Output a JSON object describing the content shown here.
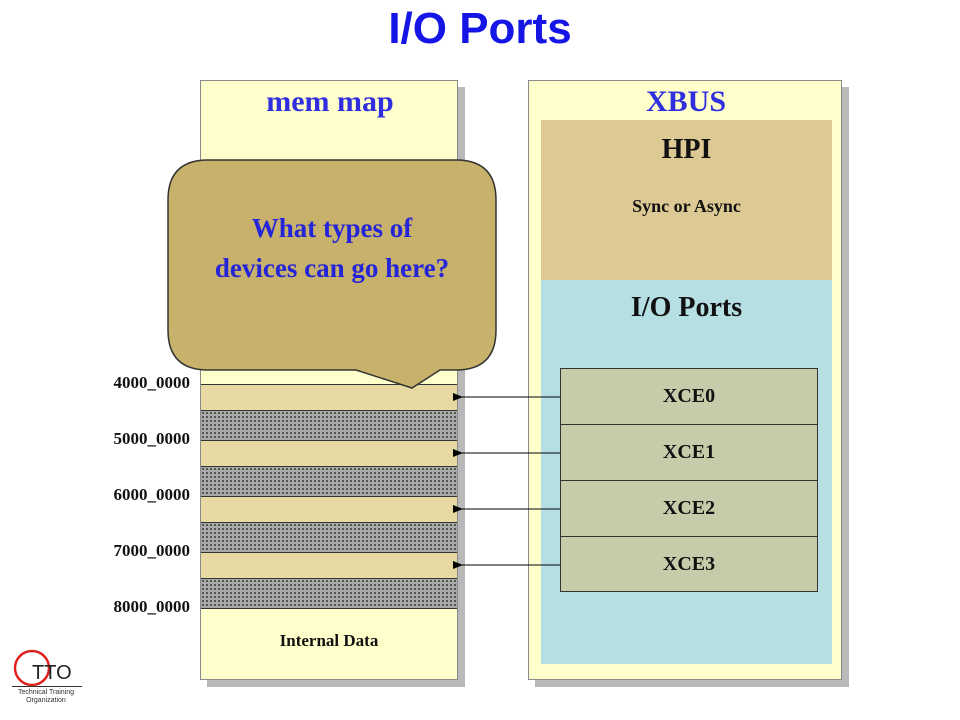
{
  "title": "I/O Ports",
  "mem_map": {
    "title": "mem map",
    "addresses": [
      "4000_0000",
      "5000_0000",
      "6000_0000",
      "7000_0000",
      "8000_0000"
    ],
    "internal_label": "Internal Data"
  },
  "xbus": {
    "title": "XBUS",
    "hpi": {
      "title": "HPI",
      "subtitle": "Sync or Async"
    },
    "io_ports": {
      "title": "I/O Ports",
      "xce": [
        "XCE0",
        "XCE1",
        "XCE2",
        "XCE3"
      ]
    }
  },
  "callout": {
    "line1": "What types of",
    "line2": "devices can go here?"
  },
  "logo": {
    "text": "TTO",
    "small1": "Technical Training",
    "small2": "Organization"
  },
  "colors": {
    "title": "#1515e6",
    "panel_bg": "#ffffcc",
    "hpi_bg": "#dcc993",
    "io_bg": "#b5dfe3",
    "xce_bg": "#c7cbaa",
    "callout_bg": "#c8b16a",
    "callout_text": "#2424d8",
    "logo_circle": "#e02020"
  }
}
